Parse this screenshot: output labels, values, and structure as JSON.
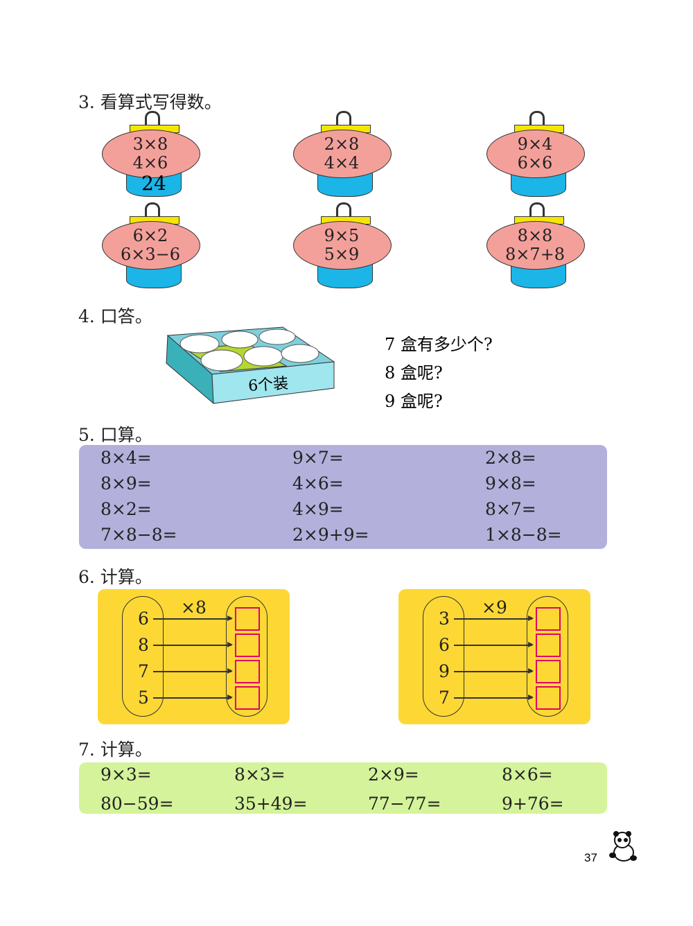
{
  "q3": {
    "heading": "3. 看算式写得数。",
    "lanterns": [
      {
        "top": "3×8",
        "bottom": "4×6",
        "answer": "24"
      },
      {
        "top": "2×8",
        "bottom": "4×4",
        "answer": ""
      },
      {
        "top": "9×4",
        "bottom": "6×6",
        "answer": ""
      },
      {
        "top": "6×2",
        "bottom": "6×3−6",
        "answer": ""
      },
      {
        "top": "9×5",
        "bottom": "5×9",
        "answer": ""
      },
      {
        "top": "8×8",
        "bottom": "8×7+8",
        "answer": ""
      }
    ]
  },
  "q4": {
    "heading": "4. 口答。",
    "box_label": "6个装",
    "questions": [
      "7 盒有多少个?",
      "8 盒呢?",
      "9 盒呢?"
    ]
  },
  "q5": {
    "heading": "5. 口算。",
    "columns": [
      [
        "8×4=",
        "8×9=",
        "8×2=",
        "7×8−8="
      ],
      [
        "9×7=",
        "4×6=",
        "4×9=",
        "2×9+9="
      ],
      [
        "2×8=",
        "9×8=",
        "8×7=",
        "1×8−8="
      ]
    ]
  },
  "q6": {
    "heading": "6. 计算。",
    "diagrams": [
      {
        "op": "×8",
        "inputs": [
          "6",
          "8",
          "7",
          "5"
        ]
      },
      {
        "op": "×9",
        "inputs": [
          "3",
          "6",
          "9",
          "7"
        ]
      }
    ]
  },
  "q7": {
    "heading": "7. 计算。",
    "rows": [
      [
        "9×3=",
        "8×3=",
        "2×9=",
        "8×6="
      ],
      [
        "80−59=",
        "35+49=",
        "77−77=",
        "9+76="
      ]
    ]
  },
  "page_number": "37",
  "colors": {
    "lantern": "#f4a09a",
    "purple": "#b3b0dc",
    "yellow": "#fdd835",
    "green": "#d4f39a"
  }
}
